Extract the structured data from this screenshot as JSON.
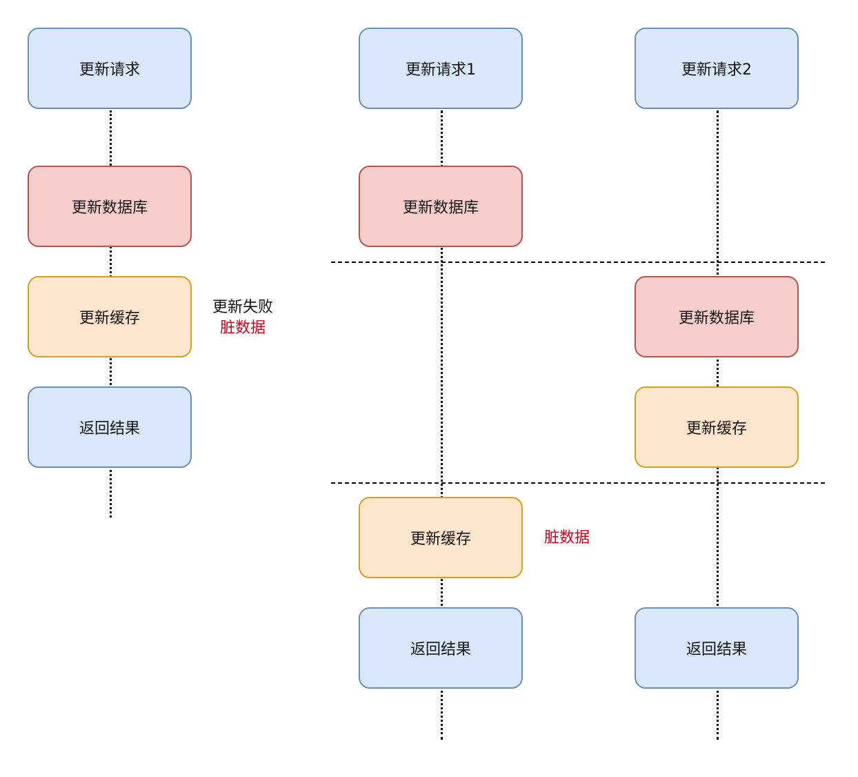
{
  "colors": {
    "request_fill": "#dae8fc",
    "request_stroke": "#6c8ebf",
    "db_fill": "#f8cecc",
    "db_stroke": "#b85450",
    "cache_fill": "#ffe6cc",
    "cache_stroke": "#d6a21e",
    "warning_text": "#d0021b"
  },
  "left": {
    "request": "更新请求",
    "update_db": "更新数据库",
    "update_cache": "更新缓存",
    "result": "返回结果",
    "note_line1": "更新失败",
    "note_line2": "脏数据"
  },
  "request1": {
    "request": "更新请求1",
    "update_db": "更新数据库",
    "update_cache": "更新缓存",
    "result": "返回结果",
    "note": "脏数据"
  },
  "request2": {
    "request": "更新请求2",
    "update_db": "更新数据库",
    "update_cache": "更新缓存",
    "result": "返回结果"
  }
}
